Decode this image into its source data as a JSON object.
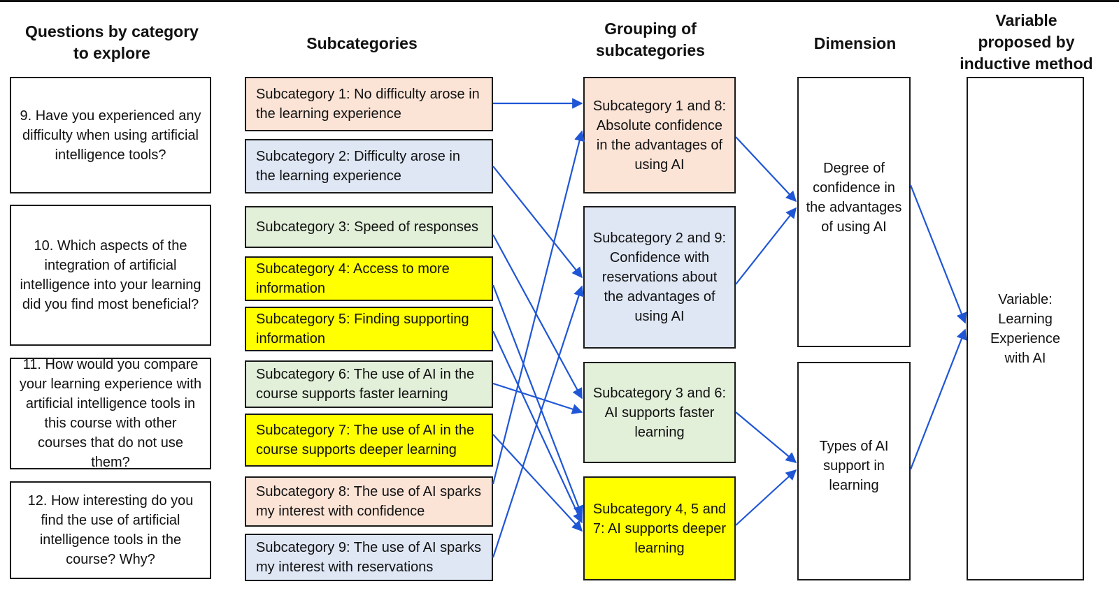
{
  "headers": {
    "questions": "Questions by category to explore",
    "subcategories": "Subcategories",
    "grouping": "Grouping of subcategories",
    "dimension": "Dimension",
    "variable": "Variable proposed by inductive method"
  },
  "questions": [
    "9. Have you experienced any difficulty when using artificial intelligence tools?",
    "10. Which aspects of the integration of artificial intelligence into your learning did you find most beneficial?",
    "11. How would you compare your learning experience with artificial intelligence tools in this course with other courses that do not use them?",
    "12. How interesting do you find the use of artificial intelligence tools in the course? Why?"
  ],
  "subcategories": [
    "Subcategory 1: No difficulty arose in the learning experience",
    "Subcategory 2: Difficulty arose in the learning experience",
    "Subcategory 3: Speed of responses",
    "Subcategory 4: Access to more information",
    "Subcategory 5: Finding supporting information",
    "Subcategory 6: The use of AI in the course supports faster learning",
    "Subcategory 7: The use of AI in the course supports deeper learning",
    "Subcategory 8: The use of AI sparks my interest with confidence",
    "Subcategory 9: The use of AI sparks my interest with reservations"
  ],
  "groups": [
    "Subcategory 1 and 8: Absolute confidence in the advantages of using AI",
    "Subcategory 2 and 9: Confidence with reservations about the advantages of using AI",
    "Subcategory 3 and 6: AI supports faster learning",
    "Subcategory 4, 5 and 7: AI supports deeper learning"
  ],
  "dimensions": [
    "Degree of confidence in the advantages of using AI",
    "Types of AI support in learning"
  ],
  "variable": "Variable: Learning Experience with AI",
  "colors": {
    "peach": "#fbe3d6",
    "blue": "#dfe7f5",
    "green": "#e2efd9",
    "yellow": "#ffff00",
    "arrow": "#1f56d6"
  }
}
